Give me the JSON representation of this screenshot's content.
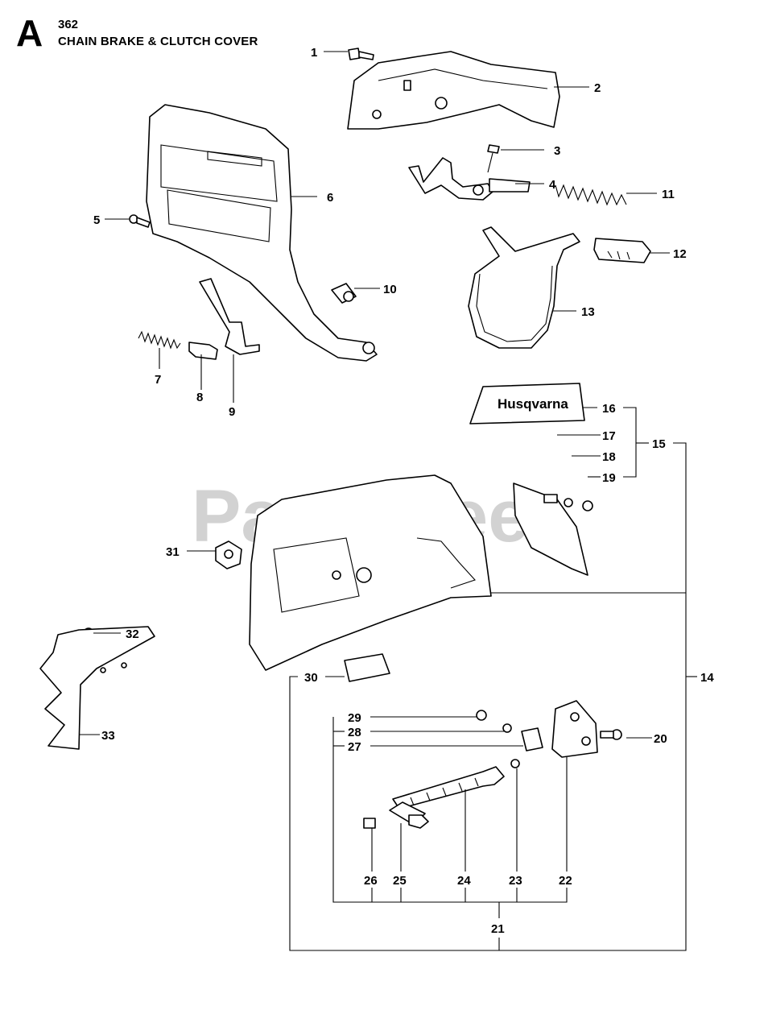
{
  "header": {
    "letter": "A",
    "model": "362",
    "title": "CHAIN BRAKE & CLUTCH COVER"
  },
  "watermark": "PartsTree",
  "decal_text": "Husqvarna",
  "callouts": [
    "1",
    "2",
    "3",
    "4",
    "5",
    "6",
    "7",
    "8",
    "9",
    "10",
    "11",
    "12",
    "13",
    "14",
    "15",
    "16",
    "17",
    "18",
    "19",
    "20",
    "21",
    "22",
    "23",
    "24",
    "25",
    "26",
    "27",
    "28",
    "29",
    "30",
    "31",
    "32",
    "33"
  ]
}
